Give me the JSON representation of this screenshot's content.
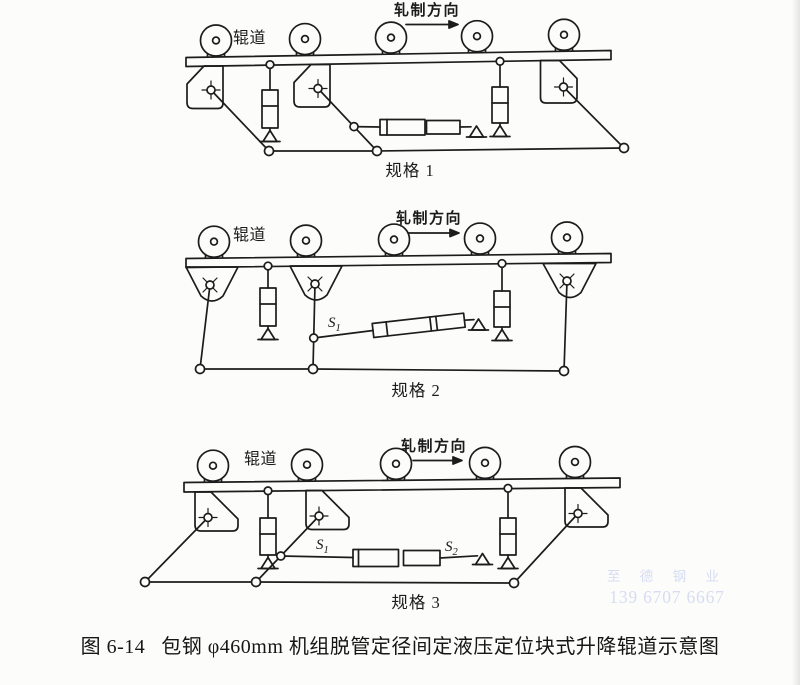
{
  "colors": {
    "paper": "#fcfcfb",
    "ink": "#1c1c1c",
    "watermark": "#d7dcf2"
  },
  "panels": [
    {
      "roller_label": "辊道",
      "direction_label": "轧制方向",
      "spec_label": "规格 1"
    },
    {
      "roller_label": "辊道",
      "direction_label": "轧制方向",
      "spec_label": "规格 2",
      "s1": {
        "base": "S",
        "sub": "1"
      }
    },
    {
      "roller_label": "辊道",
      "direction_label": "轧制方向",
      "spec_label": "规格 3",
      "s1": {
        "base": "S",
        "sub": "1"
      },
      "s2": {
        "base": "S",
        "sub": "2"
      }
    }
  ],
  "caption": {
    "prefix": "图 6-14",
    "text": "包钢 φ460mm 机组脱管定径间定液压定位块式升降辊道示意图"
  },
  "watermark": {
    "line1": "至 德 钢 业",
    "line2": "139 6707 6667"
  }
}
